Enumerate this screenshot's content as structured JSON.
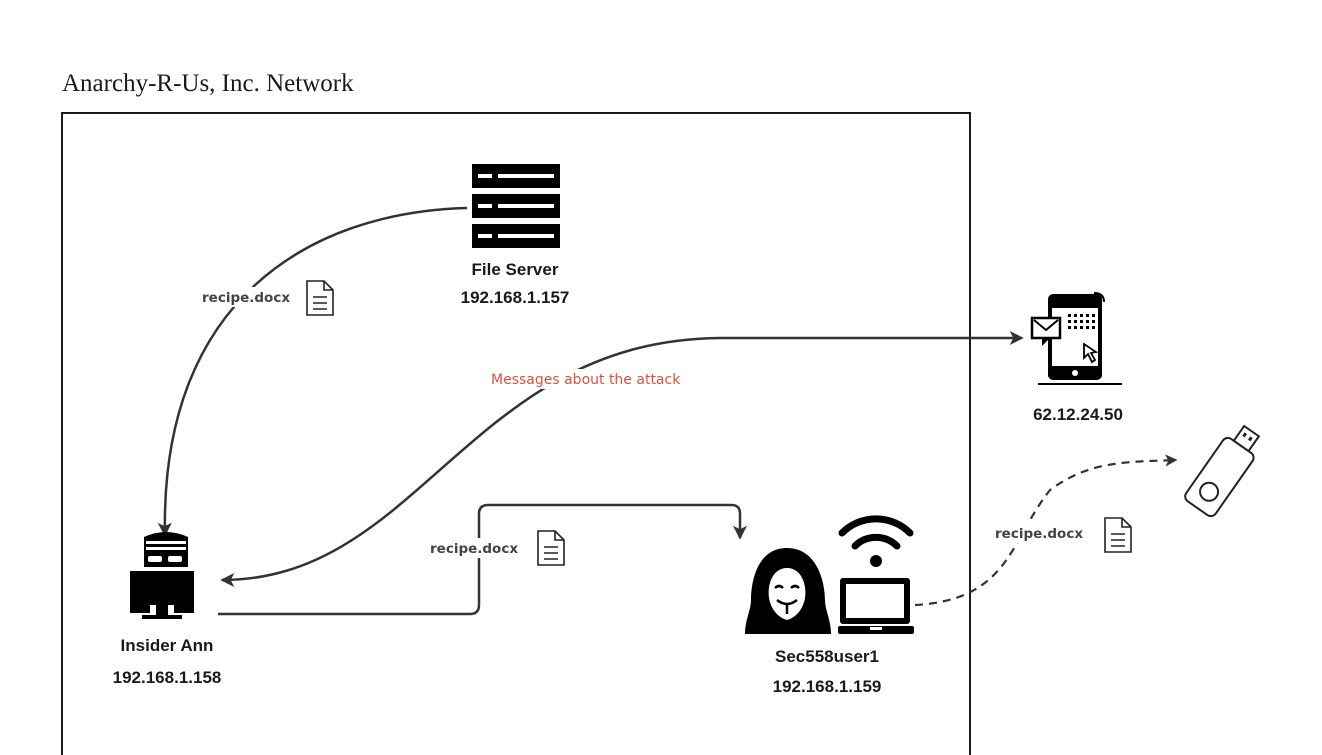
{
  "title": "Anarchy-R-Us, Inc. Network",
  "nodes": {
    "file_server": {
      "name": "File Server",
      "ip": "192.168.1.157",
      "icon": "server-rack-icon"
    },
    "insider": {
      "name": "Insider Ann",
      "ip": "192.168.1.158",
      "icon": "insider-at-computer-icon"
    },
    "attacker": {
      "name": "Sec558user1",
      "ip": "192.168.1.159",
      "icon": "hooded-hacker-laptop-icon"
    },
    "phone": {
      "ip": "62.12.24.50",
      "icon": "smartphone-message-icon"
    },
    "usb": {
      "icon": "usb-drive-icon"
    }
  },
  "edges": {
    "server_to_insider": {
      "label": "recipe.docx",
      "icon": "document-icon"
    },
    "insider_to_attacker": {
      "label": "recipe.docx",
      "icon": "document-icon"
    },
    "messages": {
      "label": "Messages about the attack"
    },
    "attacker_to_usb": {
      "label": "recipe.docx",
      "icon": "document-icon",
      "style": "dashed"
    }
  },
  "colors": {
    "line": "#333333",
    "message_label": "#d9533b",
    "icon": "#000000"
  }
}
